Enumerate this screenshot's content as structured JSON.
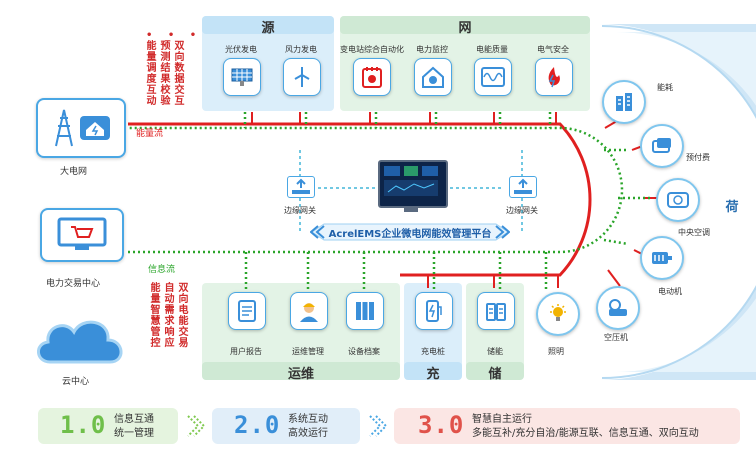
{
  "sections": {
    "source": "源",
    "grid": "网",
    "load": "荷",
    "ops": "运维",
    "charge": "充",
    "storage": "储"
  },
  "top_items": [
    "光伏发电",
    "风力发电",
    "变电站综合自动化",
    "电力监控",
    "电能质量",
    "电气安全"
  ],
  "bottom_items": [
    "用户报告",
    "运维管理",
    "设备档案",
    "充电桩",
    "储能",
    "照明",
    "空压机"
  ],
  "load_items": [
    "能耗",
    "预付费",
    "中央空调",
    "电动机"
  ],
  "external": {
    "grid": "大电网",
    "trade": "电力交易中心",
    "cloud": "云中心"
  },
  "flow": {
    "energy": "能量流",
    "info": "信息流"
  },
  "red_text_top": [
    "能量调度互动",
    "预测结果校验",
    "双向数据交互"
  ],
  "red_text_bottom": [
    "能量智慧管控",
    "自动需求响应",
    "双向电能交易"
  ],
  "gateway": [
    "边缘网关",
    "边缘网关"
  ],
  "platform": "AcrelEMS企业微电网能效管理平台",
  "stages": [
    {
      "num": "1.0",
      "line1": "信息互通",
      "line2": "统一管理",
      "color": "#6fbf4a"
    },
    {
      "num": "2.0",
      "line1": "系统互动",
      "line2": "高效运行",
      "color": "#3a8fd9"
    },
    {
      "num": "3.0",
      "line1": "智慧自主运行",
      "line2": "多能互补/充分自治/能源互联、信息互通、双向互动",
      "color": "#e0524a"
    }
  ],
  "colors": {
    "energy": "#e02020",
    "info": "#2aa52a",
    "accent": "#4aa7e4"
  }
}
